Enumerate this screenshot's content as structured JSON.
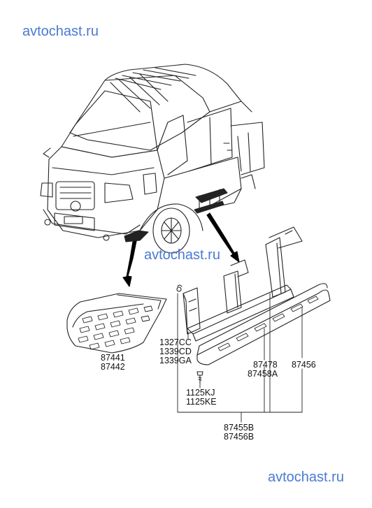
{
  "watermark": {
    "top": "avtochast.ru",
    "middle": "avtochast.ru",
    "bottom": "avtochast.ru",
    "color": "#4a79d4"
  },
  "parts": {
    "mudguard": [
      "87441",
      "87442"
    ],
    "bolts": [
      "1327CC",
      "1339CD",
      "1339GA"
    ],
    "screw": [
      "1125KJ",
      "1125KE"
    ],
    "step_bracket": [
      "87478",
      "87458A"
    ],
    "step_cover": "87456",
    "assembly": [
      "87455B",
      "87456B"
    ]
  }
}
